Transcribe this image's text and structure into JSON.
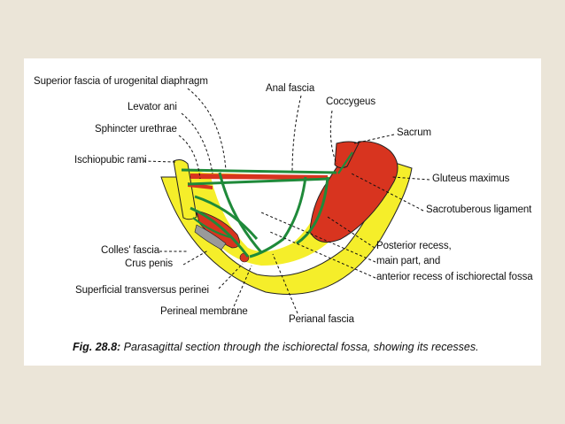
{
  "labels": {
    "superior_fascia": "Superior fascia of urogenital diaphragm",
    "anal_fascia": "Anal fascia",
    "coccygeus": "Coccygeus",
    "levator_ani": "Levator ani",
    "sacrum": "Sacrum",
    "sphincter_urethrae": "Sphincter urethrae",
    "ischiopubic_rami": "Ischiopubic rami",
    "gluteus_maximus": "Gluteus maximus",
    "sacrotuberous_ligament": "Sacrotuberous ligament",
    "colles_fascia": "Colles' fascia",
    "posterior_recess": "Posterior recess,",
    "crus_penis": "Crus penis",
    "main_part": "main part, and",
    "anterior_recess": "anterior recess of ischiorectal fossa",
    "superficial_transversus": "Superficial transversus perinei",
    "perineal_membrane": "Perineal membrane",
    "perianal_fascia": "Perianal fascia"
  },
  "caption": {
    "fig_label": "Fig. 28.8:",
    "text": "Parasagittal section through the ischiorectal fossa, showing its recesses."
  },
  "colors": {
    "fat_yellow": "#f5ee2a",
    "muscle_red": "#d8341f",
    "fascia_green": "#1f8a3a",
    "bone_gray": "#9a9a9a",
    "background": "#ebe5d8"
  }
}
